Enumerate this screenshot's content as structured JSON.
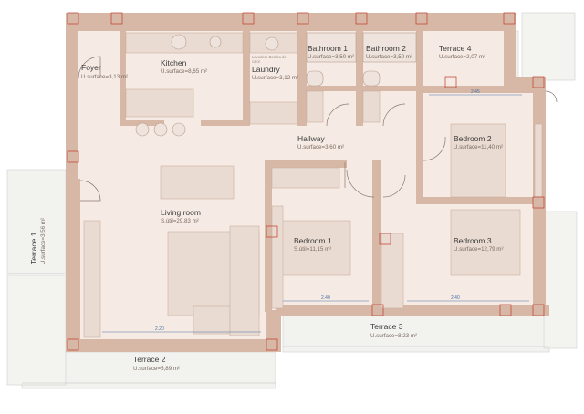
{
  "colors": {
    "wall": "#d7b8a6",
    "wall_dark": "#b98f7d",
    "floor": "#f6ebe4",
    "terrace": "#f2f2ef",
    "furniture": "#eadbd2",
    "dimension": "#4a6fa5",
    "column_marker": "#c0392b"
  },
  "rooms": [
    {
      "key": "foyer",
      "name": "Foyer",
      "area": "U.surface=3,13 m²"
    },
    {
      "key": "kitchen",
      "name": "Kitchen",
      "area": "U.surface=8,65 m²"
    },
    {
      "key": "laundry",
      "name": "Laundry",
      "area": "U.surface=3,12 m²"
    },
    {
      "key": "bathroom1",
      "name": "Bathroom 1",
      "area": "U.surface=3,50 m²"
    },
    {
      "key": "bathroom2",
      "name": "Bathroom 2",
      "area": "U.surface=3,50 m²"
    },
    {
      "key": "terrace4",
      "name": "Terrace 4",
      "area": "U.surface=2,07 m²"
    },
    {
      "key": "hallway",
      "name": "Hallway",
      "area": "U.surface=3,60 m²"
    },
    {
      "key": "bedroom2",
      "name": "Bedroom 2",
      "area": "U.surface=11,40 m²"
    },
    {
      "key": "living",
      "name": "Living room",
      "area": "S.útil=29,83 m²"
    },
    {
      "key": "bedroom1",
      "name": "Bedroom 1",
      "area": "S.útil=11,15 m²"
    },
    {
      "key": "bedroom3",
      "name": "Bedroom 3",
      "area": "U.surface=12,79 m²"
    },
    {
      "key": "terrace3",
      "name": "Terrace 3",
      "area": "U.surface=8,23 m²"
    },
    {
      "key": "terrace2",
      "name": "Terrace 2",
      "area": "U.surface=5,89 m²"
    },
    {
      "key": "terrace1",
      "name": "Terrace 1",
      "area": "U.surface=3,56 m²"
    }
  ],
  "dimensions": [
    "2.45",
    "2.40",
    "2.40",
    "2.20"
  ],
  "notes": {
    "laundry_line1": "Lavadora Bomba de",
    "laundry_line2": "calor"
  }
}
